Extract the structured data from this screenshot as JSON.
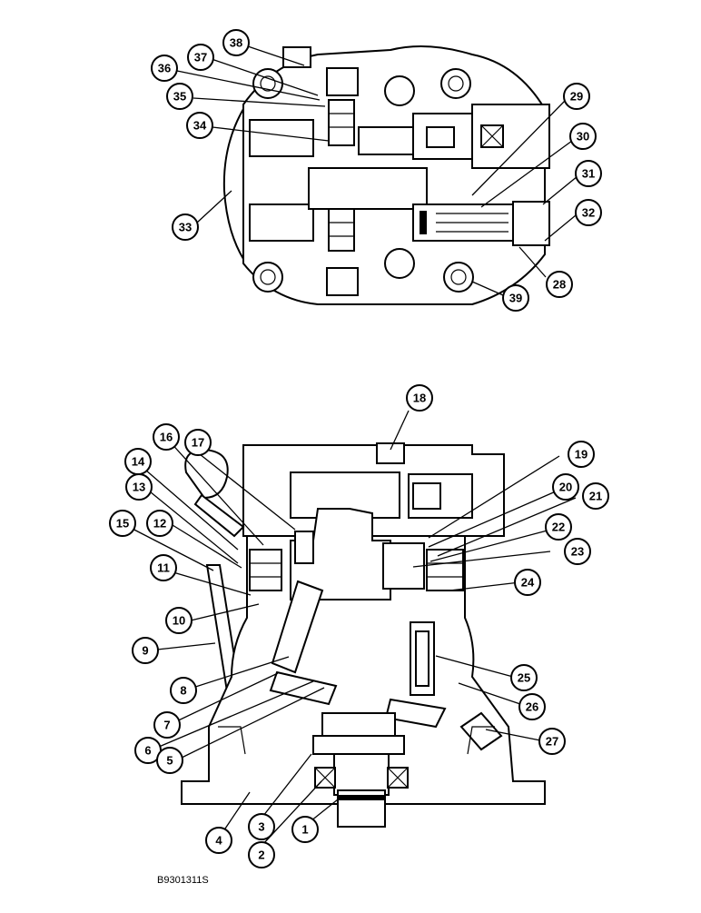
{
  "figure_id": "B9301311S",
  "callouts": [
    "1",
    "2",
    "3",
    "4",
    "5",
    "6",
    "7",
    "8",
    "9",
    "10",
    "11",
    "12",
    "13",
    "14",
    "15",
    "16",
    "17",
    "18",
    "19",
    "20",
    "21",
    "22",
    "23",
    "24",
    "25",
    "26",
    "27",
    "28",
    "29",
    "30",
    "31",
    "32",
    "33",
    "34",
    "35",
    "36",
    "37",
    "38",
    "39"
  ]
}
